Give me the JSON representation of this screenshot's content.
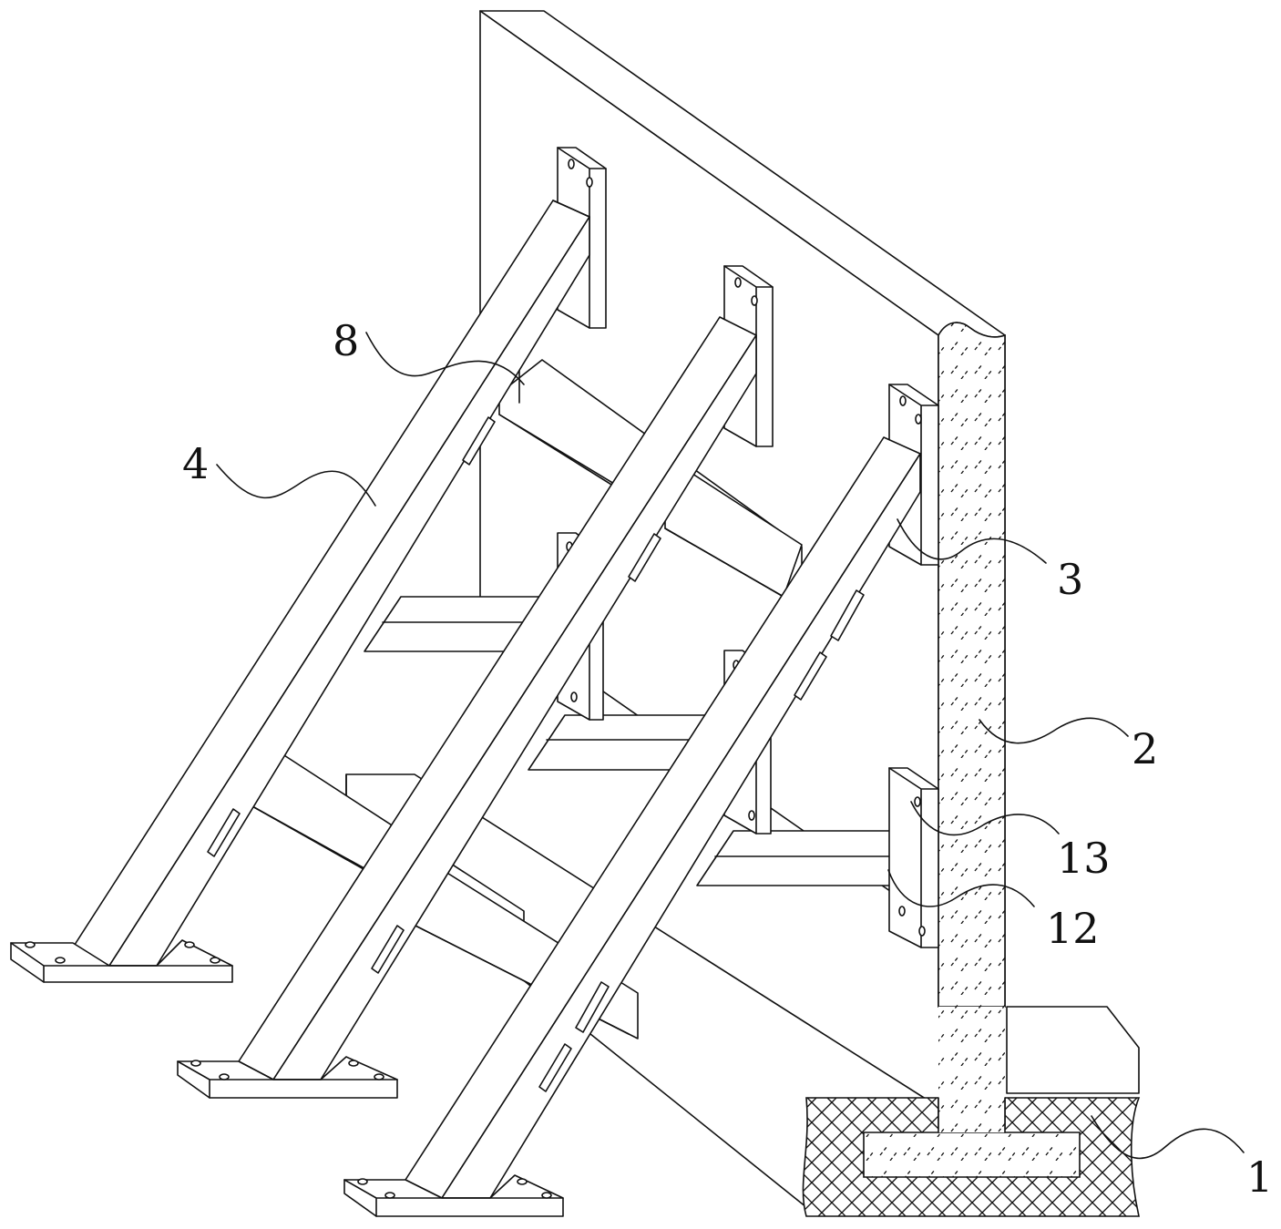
{
  "labels": {
    "base": "1",
    "wall": "2",
    "brace": "3",
    "inclined_beam": "4",
    "crossbar": "8",
    "mount_plate": "12",
    "bolt_hole": "13"
  },
  "colors": {
    "ink": "#111111",
    "paper": "#ffffff"
  }
}
